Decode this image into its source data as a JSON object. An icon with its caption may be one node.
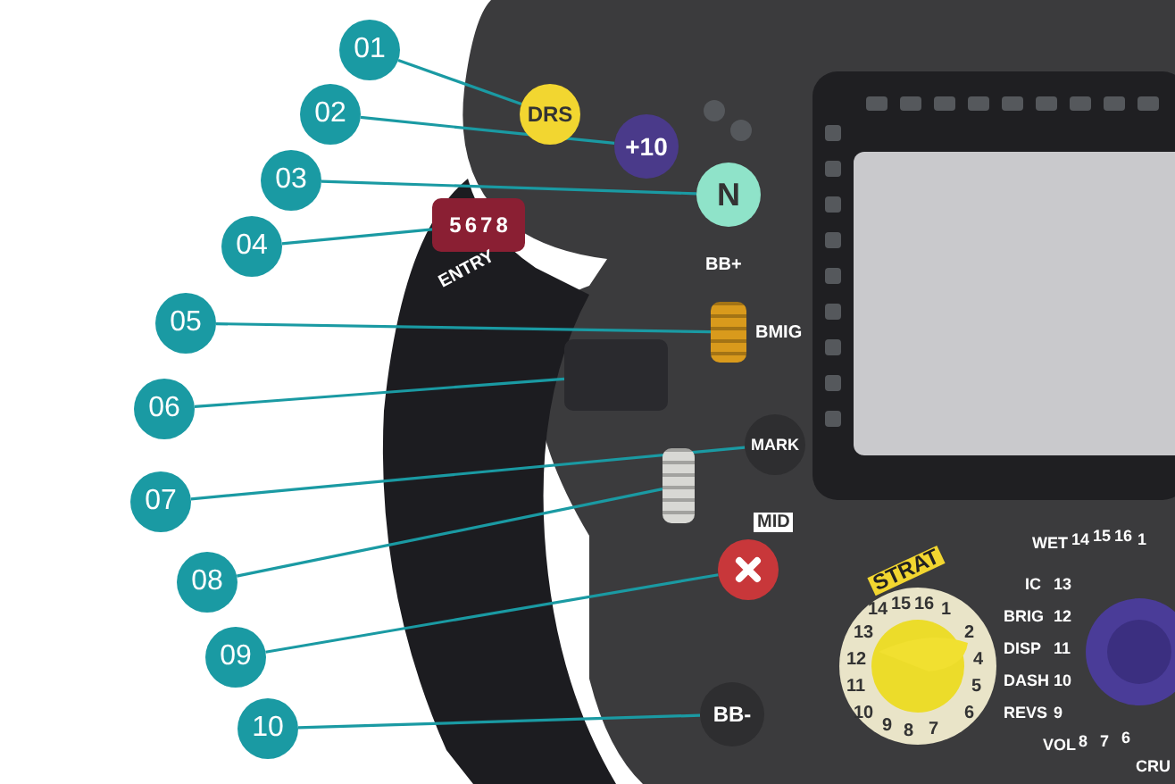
{
  "diagram": {
    "nodes": [
      {
        "text": [
          "01"
        ]
      },
      {
        "text": [
          "02"
        ]
      },
      {
        "text": [
          "03"
        ]
      },
      {
        "text": [
          "04"
        ]
      },
      {
        "text": [
          "05"
        ]
      },
      {
        "text": [
          "06"
        ]
      },
      {
        "text": [
          "07"
        ]
      },
      {
        "text": [
          "08"
        ]
      },
      {
        "text": [
          "09"
        ]
      },
      {
        "text": [
          "10"
        ]
      },
      {
        "text": [
          "DRS"
        ]
      },
      {
        "text": [
          "+10"
        ]
      },
      {
        "text": [
          "N"
        ]
      },
      {
        "text": [
          "5",
          "6",
          "7",
          "8"
        ],
        "beside": [
          "ENTRY"
        ]
      },
      {
        "text": [],
        "shape": "cylinder",
        "beside": [
          "BB+",
          "BMIG"
        ]
      },
      {
        "text": [],
        "shape": "box"
      },
      {
        "text": [
          "MARK"
        ]
      },
      {
        "text": [],
        "shape": "cylinder"
      },
      {
        "text": [],
        "shape": "circle"
      },
      {
        "text": [
          "BB-"
        ]
      }
    ],
    "edges": [
      {
        "from": 0,
        "to": 10,
        "arrow": "none"
      },
      {
        "from": 1,
        "to": 11,
        "arrow": "none"
      },
      {
        "from": 2,
        "to": 12,
        "arrow": "none"
      },
      {
        "from": 3,
        "to": 13,
        "arrow": "none"
      },
      {
        "from": 4,
        "to": 14,
        "arrow": "none"
      },
      {
        "from": 5,
        "to": 15,
        "arrow": "none"
      },
      {
        "from": 6,
        "to": 16,
        "arrow": "none"
      },
      {
        "from": 7,
        "to": 17,
        "arrow": "none"
      },
      {
        "from": 8,
        "to": 18,
        "arrow": "none"
      },
      {
        "from": 9,
        "to": 19,
        "arrow": "none"
      }
    ],
    "labels": [
      "MID",
      "STRAT",
      "14",
      "15",
      "16",
      "1",
      "13",
      "2",
      "12",
      "4",
      "11",
      "5",
      "10",
      "6",
      "9",
      "8",
      "7",
      "WET",
      "14",
      "15",
      "16",
      "1",
      "IC",
      "13",
      "BRIG",
      "12",
      "DISP",
      "11",
      "DASH",
      "10",
      "REVS",
      "9",
      "VOL",
      "8",
      "7",
      "6",
      "CRU"
    ]
  }
}
